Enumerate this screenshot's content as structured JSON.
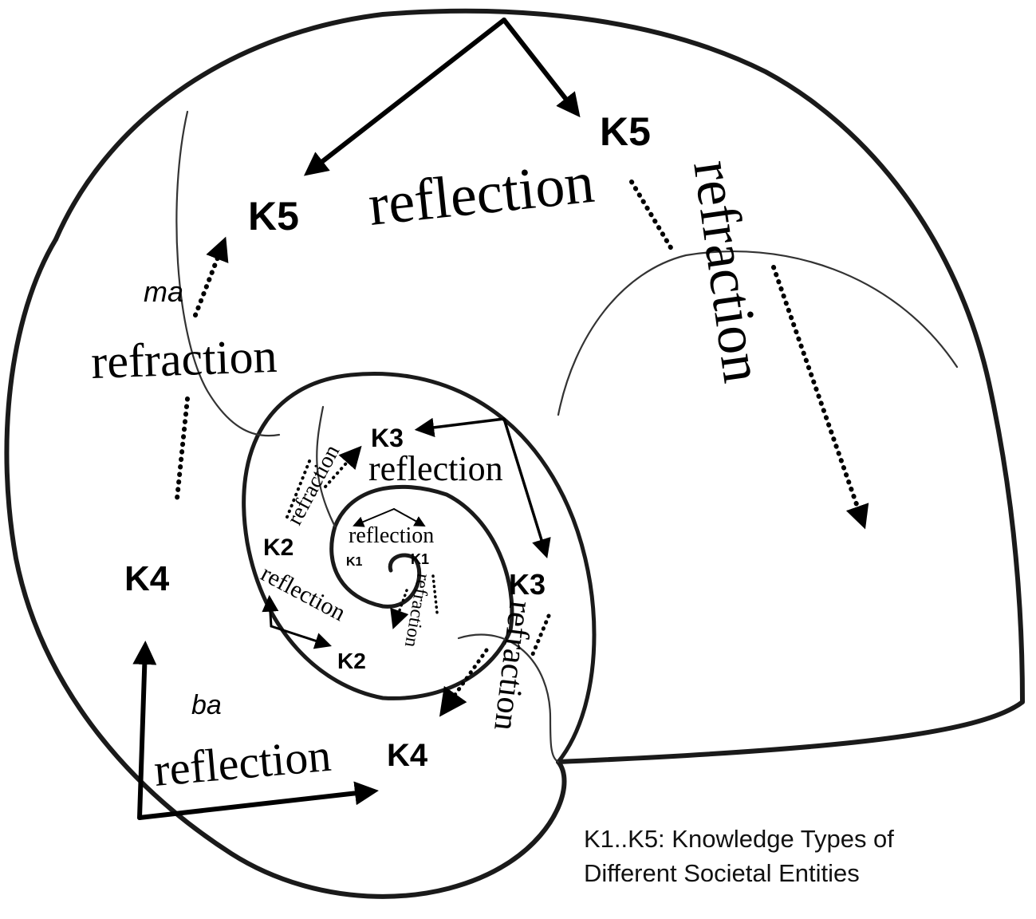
{
  "diagram": {
    "labels": {
      "k5_top_right": "K5",
      "k5_top_left": "K5",
      "k4_left": "K4",
      "k4_bottom": "K4",
      "k3_upper": "K3",
      "k3_right": "K3",
      "k2_left": "K2",
      "k2_bottom": "K2",
      "k1_left": "K1",
      "k1_right": "K1"
    },
    "words": {
      "reflection_top": "reflection",
      "refraction_right": "refraction",
      "ma": "ma",
      "refraction_left": "refraction",
      "reflection_k3": "reflection",
      "refraction_inner": "refraction",
      "reflection_k1": "reflection",
      "refraction_k1": "refraction",
      "reflection_k2": "reflection",
      "refraction_k3": "refraction",
      "ba": "ba",
      "reflection_bottom": "reflection"
    }
  },
  "legend": {
    "line1": "K1..K5: Knowledge Types of",
    "line2": "Different Societal Entities"
  }
}
